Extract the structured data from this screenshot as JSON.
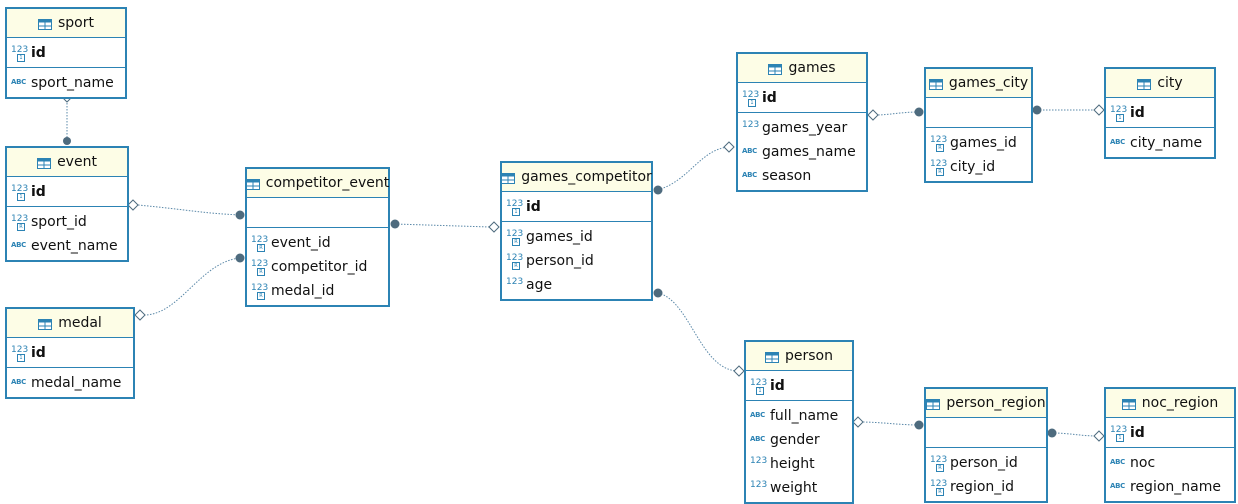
{
  "diagram": {
    "colors": {
      "border": "#2c83b4",
      "header_bg": "#fdfde6",
      "link": "#5a88a8",
      "dot": "#4e6b7e"
    },
    "entities": {
      "sport": {
        "title": "sport",
        "pk": [
          "id"
        ],
        "cols": [
          "sport_name"
        ]
      },
      "event": {
        "title": "event",
        "pk": [
          "id"
        ],
        "cols": [
          "sport_id",
          "event_name"
        ]
      },
      "medal": {
        "title": "medal",
        "pk": [
          "id"
        ],
        "cols": [
          "medal_name"
        ]
      },
      "competitor_event": {
        "title": "competitor_event",
        "pk": [],
        "cols": [
          "event_id",
          "competitor_id",
          "medal_id"
        ]
      },
      "games_competitor": {
        "title": "games_competitor",
        "pk": [
          "id"
        ],
        "cols": [
          "games_id",
          "person_id",
          "age"
        ]
      },
      "games": {
        "title": "games",
        "pk": [
          "id"
        ],
        "cols": [
          "games_year",
          "games_name",
          "season"
        ]
      },
      "games_city": {
        "title": "games_city",
        "pk": [],
        "cols": [
          "games_id",
          "city_id"
        ]
      },
      "city": {
        "title": "city",
        "pk": [
          "id"
        ],
        "cols": [
          "city_name"
        ]
      },
      "person": {
        "title": "person",
        "pk": [
          "id"
        ],
        "cols": [
          "full_name",
          "gender",
          "height",
          "weight"
        ]
      },
      "person_region": {
        "title": "person_region",
        "pk": [],
        "cols": [
          "person_id",
          "region_id"
        ]
      },
      "noc_region": {
        "title": "noc_region",
        "pk": [
          "id"
        ],
        "cols": [
          "noc",
          "region_name"
        ]
      }
    }
  }
}
